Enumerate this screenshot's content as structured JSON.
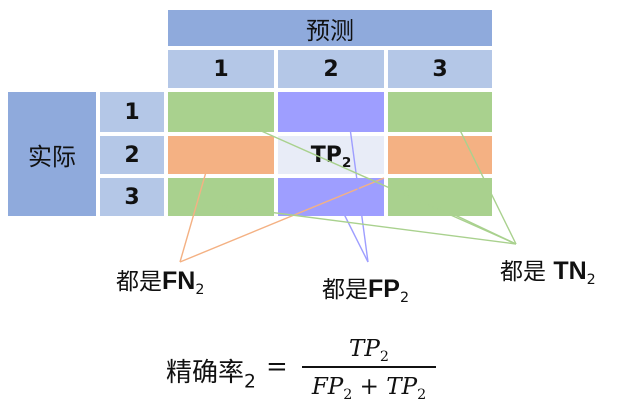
{
  "matrix": {
    "predicted_label": "预测",
    "actual_label": "实际",
    "col_labels": [
      "1",
      "2",
      "3"
    ],
    "row_labels": [
      "1",
      "2",
      "3"
    ],
    "center_label": "TP",
    "center_sub": "2",
    "colors": {
      "header": "#8faadc",
      "subheader": "#b4c7e7",
      "green": "#a9d18e",
      "purple": "#9e9eff",
      "orange": "#f4b183",
      "center": "#e8ecf7"
    }
  },
  "annotations": {
    "fn": {
      "prefix": "都是",
      "main": "FN",
      "sub": "2"
    },
    "fp": {
      "prefix": "都是",
      "main": "FP",
      "sub": "2"
    },
    "tn": {
      "prefix": "都是 ",
      "main": "TN",
      "sub": "2"
    }
  },
  "formula": {
    "lhs": "精确率",
    "lhs_sub": "2",
    "eq": "=",
    "num_main": "TP",
    "num_sub": "2",
    "den_a_main": "FP",
    "den_a_sub": "2",
    "plus": "+",
    "den_b_main": "TP",
    "den_b_sub": "2"
  }
}
